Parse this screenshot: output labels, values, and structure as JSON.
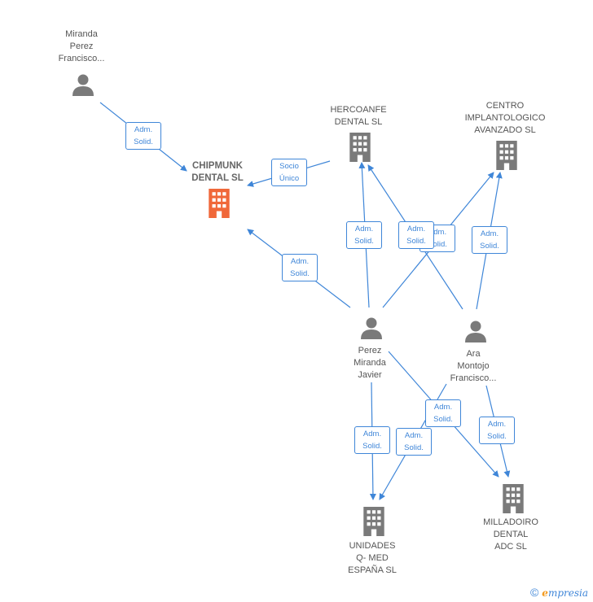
{
  "nodes": {
    "miranda": {
      "label": "Miranda\nPerez\nFrancisco...",
      "type": "person"
    },
    "chipmunk": {
      "label": "CHIPMUNK\nDENTAL  SL",
      "type": "company",
      "focus": true
    },
    "hercoanfe": {
      "label": "HERCOANFE\nDENTAL  SL",
      "type": "company"
    },
    "centro": {
      "label": "CENTRO\nIMPLANTOLOGICO\nAVANZADO SL",
      "type": "company"
    },
    "perez": {
      "label": "Perez\nMiranda\nJavier",
      "type": "person"
    },
    "ara": {
      "label": "Ara\nMontojo\nFrancisco...",
      "type": "person"
    },
    "unidades": {
      "label": "UNIDADES\nQ- MED\nESPAÑA  SL",
      "type": "company"
    },
    "milladoiro": {
      "label": "MILLADOIRO\nDENTAL\nADC  SL",
      "type": "company"
    }
  },
  "edges": {
    "e1": {
      "label": "Adm.\nSolid."
    },
    "e2": {
      "label": "Socio\nÚnico"
    },
    "e3": {
      "label": "Adm.\nSolid."
    },
    "e4": {
      "label": "Adm.\nSolid."
    },
    "e5": {
      "label": "Adm.\nSolid."
    },
    "e6": {
      "label": "Adm.\nSolid."
    },
    "e7": {
      "label": "Adm.\nSolid."
    },
    "e8": {
      "label": "Adm.\nSolid."
    },
    "e9": {
      "label": "Adm.\nSolid."
    },
    "e10": {
      "label": "Adm.\nSolid."
    },
    "e11": {
      "label": "Adm.\nSolid."
    }
  },
  "colors": {
    "edge": "#3f86d8",
    "person": "#7a7a7a",
    "company": "#7a7a7a",
    "focus": "#f0683a"
  },
  "footer": {
    "copyright": "©",
    "brand_initial": "e",
    "brand_rest": "mpresia"
  }
}
